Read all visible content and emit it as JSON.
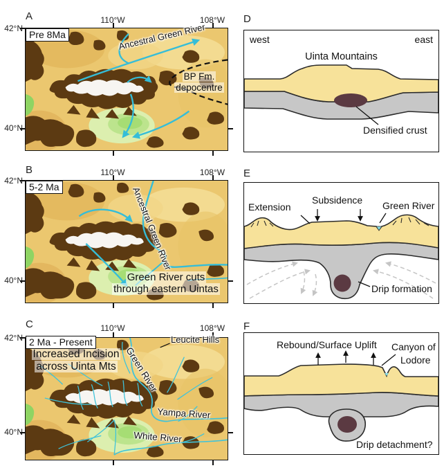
{
  "figure_type": "six-panel geologic evolution figure: topographic maps (A-C) and crustal cross-sections (D-F)",
  "colors": {
    "crust_yellow": "#F7E29A",
    "mantle_gray": "#C7C7C7",
    "drip_dark": "#5B3A42",
    "river_cyan": "#35BDD8",
    "map_tan": "#EBC76F",
    "mountain_brown": "#5C3A12",
    "lowland_green": "#A6DD74",
    "outline": "#2b2b2b"
  },
  "panels": {
    "a": {
      "letter": "A",
      "era": "Pre 8Ma",
      "axis": {
        "lat_top": "42°N",
        "lat_bottom": "40°N",
        "lon_left": "110°W",
        "lon_right": "108°W"
      },
      "river_label": "Ancestral Green River",
      "depocentre": [
        "BP Fm.",
        "depocentre"
      ]
    },
    "b": {
      "letter": "B",
      "era": "5-2 Ma",
      "axis": {
        "lat_top": "42°N",
        "lat_bottom": "40°N",
        "lon_left": "110°W",
        "lon_right": "108°W"
      },
      "river_label": "Ancestral Green River",
      "caption": [
        "Green River cuts",
        "through eastern Uintas"
      ]
    },
    "c": {
      "letter": "C",
      "era": "2 Ma - Present",
      "axis": {
        "lat_top": "42°N",
        "lat_bottom": "40°N",
        "lon_left": "110°W",
        "lon_right": "108°W"
      },
      "caption": [
        "Increased Incision",
        "across Uinta Mts"
      ],
      "leucite": "Leucite Hills",
      "green_river": "Green River",
      "yampa": "Yampa River",
      "white": "White River"
    },
    "d": {
      "letter": "D",
      "west": "west",
      "east": "east",
      "title": "Uinta Mountains",
      "callout": "Densified crust"
    },
    "e": {
      "letter": "E",
      "extension": "Extension",
      "subsidence": "Subsidence",
      "green_river": "Green River",
      "drip": "Drip formation"
    },
    "f": {
      "letter": "F",
      "uplift": "Rebound/Surface Uplift",
      "canyon": [
        "Canyon of",
        "Lodore"
      ],
      "drip": "Drip detachment?"
    }
  }
}
